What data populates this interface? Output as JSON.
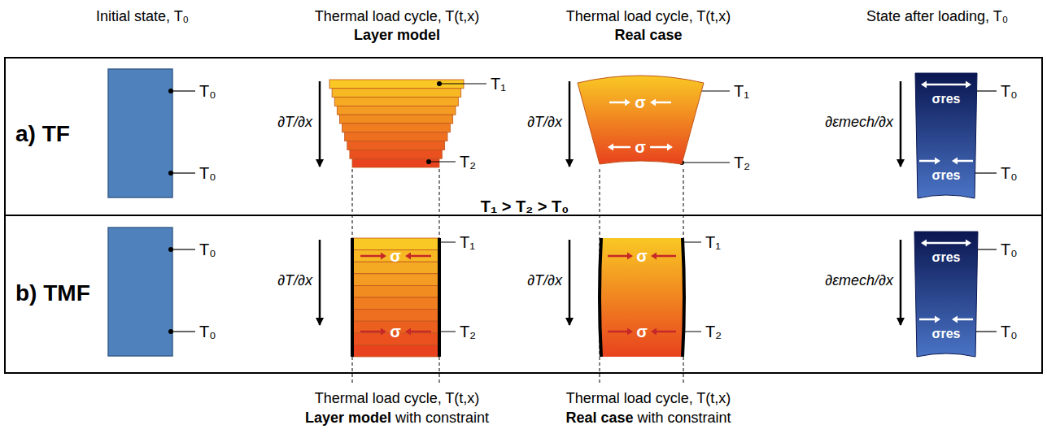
{
  "diagram": {
    "nodes": [
      {
        "text": [
          "a) TF"
        ]
      },
      {
        "text": [
          "σ",
          "σ"
        ],
        "in": 0
      },
      {
        "text": [
          "σres",
          "σres"
        ],
        "in": 0
      },
      {
        "text": [
          "b) TMF"
        ]
      },
      {
        "text": [
          "σ",
          "σ"
        ],
        "in": 3
      },
      {
        "text": [
          "σ",
          "σ"
        ],
        "in": 3
      },
      {
        "text": [
          "σres",
          "σres"
        ],
        "in": 3
      }
    ],
    "labels": [
      "Initial state, T₀",
      "Thermal load cycle, T(t,x)",
      "Layer model",
      "Thermal load cycle, T(t,x)",
      "Real case",
      "State after loading, T₀",
      "T₀",
      "T₀",
      "∂T/∂x",
      "T₁",
      "T₂",
      "∂T/∂x",
      "T₁",
      "T₂",
      "∂εmech/∂x",
      "T₀",
      "T₀",
      "T₁ > T₂ > T₀",
      "T₀",
      "T₀",
      "∂T/∂x",
      "T₁",
      "T₂",
      "∂T/∂x",
      "T₁",
      "T₂",
      "∂εmech/∂x",
      "T₀",
      "T₀",
      "Thermal load cycle, T(t,x)",
      "Layer model",
      "with constraint",
      "Thermal load cycle, T(t,x)",
      "Real case",
      "with constraint"
    ]
  }
}
